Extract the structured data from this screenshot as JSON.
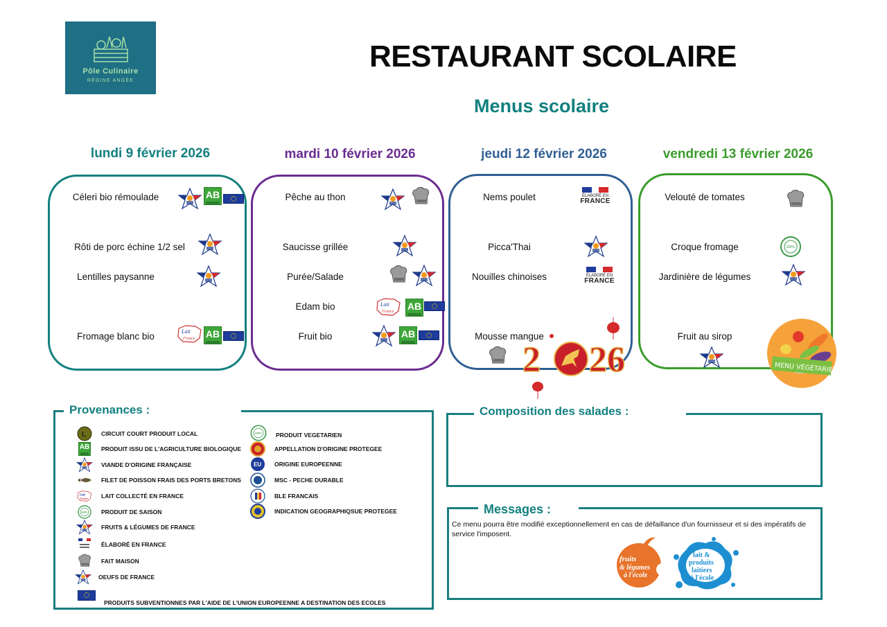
{
  "logo": {
    "line1": "Pôle Culinaire",
    "line2": "Régine Angée",
    "bg_color": "#1f6f85"
  },
  "header": {
    "title": "RESTAURANT SCOLAIRE",
    "subtitle": "Menus scolaire"
  },
  "days": [
    {
      "label": "lundi 9 février 2026",
      "color": "#12807f",
      "dishes": [
        {
          "name": "Céleri bio rémoulade",
          "icons": [
            "fruits-legumes-de-france-icon",
            "agriculture-biologique-icon",
            "eu-flag-icon"
          ]
        },
        {
          "name": "Rôti de porc échine 1/2 sel",
          "icons": [
            "viande-origine-francaise-icon"
          ]
        },
        {
          "name": "Lentilles paysanne",
          "icons": [
            "fruits-legumes-de-france-icon"
          ]
        },
        {
          "name": "Fromage blanc bio",
          "icons": [
            "lait-collecte-en-france-icon",
            "agriculture-biologique-icon",
            "eu-flag-icon"
          ]
        }
      ]
    },
    {
      "label": "mardi 10 février 2026",
      "color": "#6a2c91",
      "dishes": [
        {
          "name": "Pêche au thon",
          "icons": [
            "fruits-legumes-de-france-icon",
            "fait-maison-icon"
          ]
        },
        {
          "name": "Saucisse grillée",
          "icons": [
            "viande-origine-francaise-icon"
          ]
        },
        {
          "name": "Purée/Salade",
          "icons": [
            "fait-maison-icon",
            "fruits-legumes-de-france-icon"
          ]
        },
        {
          "name": "Edam bio",
          "icons": [
            "lait-collecte-en-france-icon",
            "agriculture-biologique-icon",
            "eu-flag-icon"
          ]
        },
        {
          "name": "Fruit bio",
          "icons": [
            "fruits-legumes-de-france-icon",
            "agriculture-biologique-icon",
            "eu-flag-icon"
          ]
        }
      ]
    },
    {
      "label": "jeudi 12 février 2026",
      "color": "#2f5f93",
      "dishes": [
        {
          "name": "Nems poulet",
          "icons": [
            "elabore-en-france-icon"
          ]
        },
        {
          "name": "Picca'Thai",
          "icons": [
            "viande-origine-francaise-icon"
          ]
        },
        {
          "name": "Nouilles chinoises",
          "icons": [
            "elabore-en-france-icon"
          ]
        },
        {
          "name": "Mousse mangue",
          "icons": [
            "fait-maison-icon"
          ]
        }
      ],
      "decoration": "2026"
    },
    {
      "label": "vendredi 13 février 2026",
      "color": "#3a9c2b",
      "dishes": [
        {
          "name": "Velouté de tomates",
          "icons": [
            "fait-maison-icon"
          ]
        },
        {
          "name": "Croque fromage",
          "icons": [
            "produit-vegetarien-icon"
          ]
        },
        {
          "name": "Jardinière de légumes",
          "icons": [
            "fruits-legumes-de-france-icon"
          ]
        },
        {
          "name": "Fruit au sirop",
          "icons": [
            "fruits-legumes-de-france-icon"
          ]
        }
      ],
      "badge": "MENU VÉGÉTARIEN"
    }
  ],
  "elabore_text": {
    "small": "ÉLABORÉ EN",
    "big": "FRANCE"
  },
  "provenances": {
    "title": "Provenances :",
    "left": [
      {
        "icon": "circuit-court-icon",
        "label": "CIRCUIT COURT PRODUIT LOCAL"
      },
      {
        "icon": "agriculture-biologique-icon",
        "label": "PRODUIT ISSU DE L'AGRICULTURE BIOLOGIQUE"
      },
      {
        "icon": "viande-origine-francaise-icon",
        "label": "VIANDE D'ORIGINE FRANÇAISE"
      },
      {
        "icon": "poisson-icon",
        "label": "FILET DE POISSON FRAIS DES PORTS BRETONS"
      },
      {
        "icon": "lait-collecte-en-france-icon",
        "label": "LAIT COLLECTÉ EN FRANCE"
      },
      {
        "icon": "produit-de-saison-icon",
        "label": "PRODUIT DE SAISON"
      },
      {
        "icon": "fruits-legumes-de-france-icon",
        "label": "FRUITS & LÉGUMES DE FRANCE"
      },
      {
        "icon": "elabore-en-france-icon",
        "label": "ÉLABORÉ EN FRANCE"
      },
      {
        "icon": "fait-maison-icon",
        "label": "FAIT MAISON"
      },
      {
        "icon": "oeufs-de-france-icon",
        "label": "OEUFS DE FRANCE"
      },
      {
        "icon": "eu-flag-icon",
        "label": "PRODUITS SUBVENTIONNES PAR L'AIDE DE L'UNION EUROPEENNE A DESTINATION DES ECOLES"
      }
    ],
    "right": [
      {
        "icon": "produit-vegetarien-icon",
        "label": "PRODUIT VEGETARIEN"
      },
      {
        "icon": "aop-icon",
        "label": "APPELLATION D'ORIGINE PROTEGEE"
      },
      {
        "icon": "origine-europeenne-icon",
        "label": "ORIGINE EUROPEENNE",
        "glyph": "EU"
      },
      {
        "icon": "msc-icon",
        "label": "MSC - PECHE DURABLE"
      },
      {
        "icon": "ble-francais-icon",
        "label": "BLE FRANCAIS"
      },
      {
        "icon": "igp-icon",
        "label": "INDICATION GEOGRAPHIQSUE PROTEGEE"
      }
    ]
  },
  "salades": {
    "title": "Composition des salades :"
  },
  "messages": {
    "title": "Messages :",
    "text": "Ce menu pourra être modifié exceptionnellement en cas de défaillance d'un fournisseur et si des impératifs de service l'imposent.",
    "logo1": {
      "lines": [
        "fruits",
        "& légumes",
        "à l'école"
      ],
      "color": "#e8732a"
    },
    "logo2": {
      "lines": [
        "lait &",
        "produits",
        "laitiers",
        "à l'école"
      ],
      "color": "#1d8fd1"
    }
  },
  "colors": {
    "teal": "#12807f",
    "purple": "#6a2c91",
    "blue": "#2f5f93",
    "green": "#3a9c2b",
    "frame": "#1a7e7e"
  }
}
